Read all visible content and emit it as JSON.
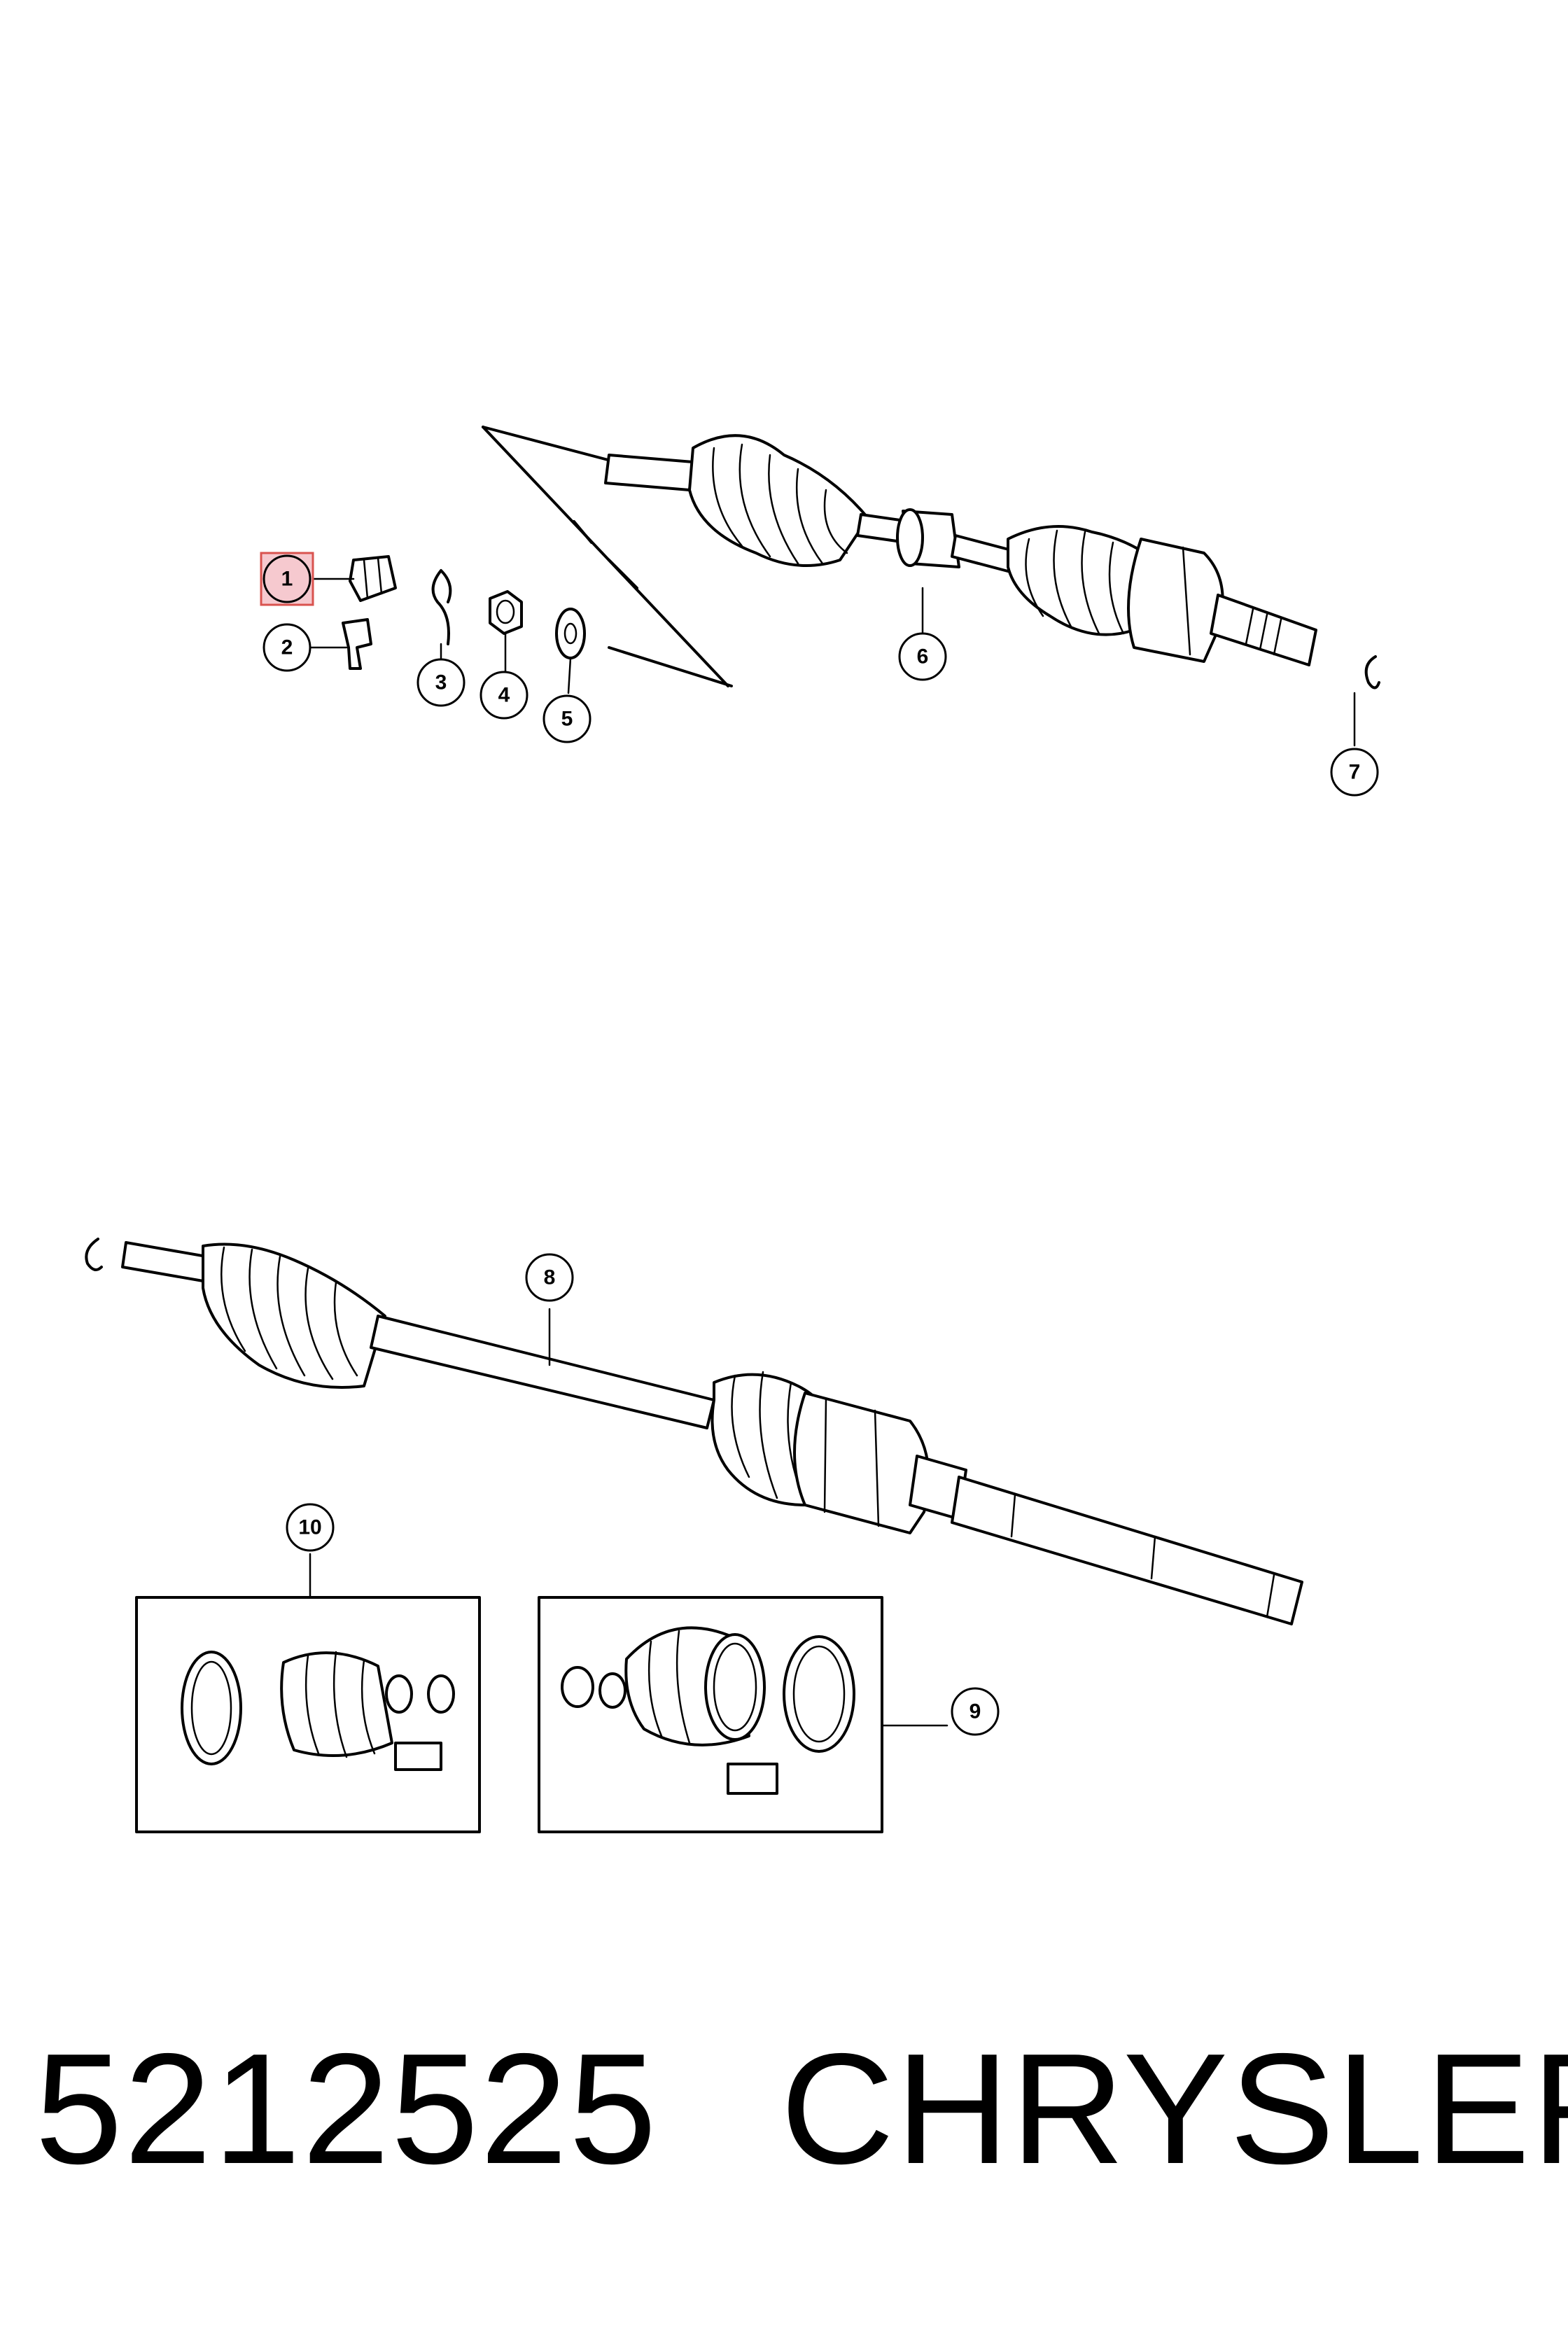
{
  "callouts": [
    {
      "id": "1",
      "label": "1",
      "highlighted": true
    },
    {
      "id": "2",
      "label": "2"
    },
    {
      "id": "3",
      "label": "3"
    },
    {
      "id": "4",
      "label": "4"
    },
    {
      "id": "5",
      "label": "5"
    },
    {
      "id": "6",
      "label": "6"
    },
    {
      "id": "7",
      "label": "7"
    },
    {
      "id": "8",
      "label": "8"
    },
    {
      "id": "9",
      "label": "9"
    },
    {
      "id": "10",
      "label": "10"
    }
  ],
  "footer": {
    "part_number": "5212525",
    "brand": "CHRYSLER"
  },
  "colors": {
    "line": "#000000",
    "highlight_fill": "#f6c9cf",
    "highlight_stroke": "#d9534f"
  }
}
